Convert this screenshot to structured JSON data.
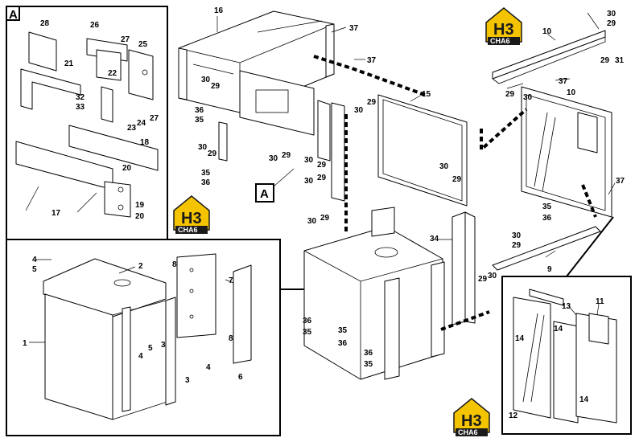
{
  "detail_a_label": "A",
  "view_label_a": "A",
  "logo_text": "H3",
  "logo_subtext": "CHA6",
  "brand_color_yellow": "#f5c400",
  "brand_color_dark": "#1a1a1a",
  "callouts": {
    "c16": "16",
    "c37a": "37",
    "c37b": "37",
    "c37c": "37",
    "c37d": "37",
    "c30a": "30",
    "c29a": "29",
    "c10a": "10",
    "c10b": "10",
    "c29b": "29",
    "c31": "31",
    "c29c": "29",
    "c30b": "30",
    "c15": "15",
    "c29d": "29",
    "c30c": "30",
    "c30d": "30",
    "c29e": "29",
    "c36a": "36",
    "c35a": "35",
    "c30e": "30",
    "c29f": "29",
    "c30f": "30",
    "c29g": "29",
    "c30g": "30",
    "c29h": "29",
    "c35b": "35",
    "c36b": "36",
    "c30h": "30",
    "c29i": "29",
    "c30i": "30",
    "c29j": "29",
    "c35c": "35",
    "c36c": "36",
    "c34": "34",
    "c30j": "30",
    "c29k": "29",
    "c9": "9",
    "c29l": "29",
    "c30k": "30",
    "c36d": "36",
    "c35d": "35",
    "c35e": "35",
    "c36e": "36",
    "c36f": "36",
    "c35f": "35",
    "c28": "28",
    "c26": "26",
    "c27a": "27",
    "c25": "25",
    "c21": "21",
    "c22": "22",
    "c32": "32",
    "c33": "33",
    "c23": "23",
    "c24": "24",
    "c27b": "27",
    "c18": "18",
    "c20a": "20",
    "c17": "17",
    "c19": "19",
    "c20b": "20",
    "c4a": "4",
    "c5a": "5",
    "c2": "2",
    "c1": "1",
    "c5b": "5",
    "c3a": "3",
    "c4b": "4",
    "c3b": "3",
    "c4c": "4",
    "c8a": "8",
    "c7": "7",
    "c8b": "8",
    "c6": "6",
    "c13": "13",
    "c11": "11",
    "c14a": "14",
    "c14b": "14",
    "c12": "12",
    "c14c": "14"
  }
}
